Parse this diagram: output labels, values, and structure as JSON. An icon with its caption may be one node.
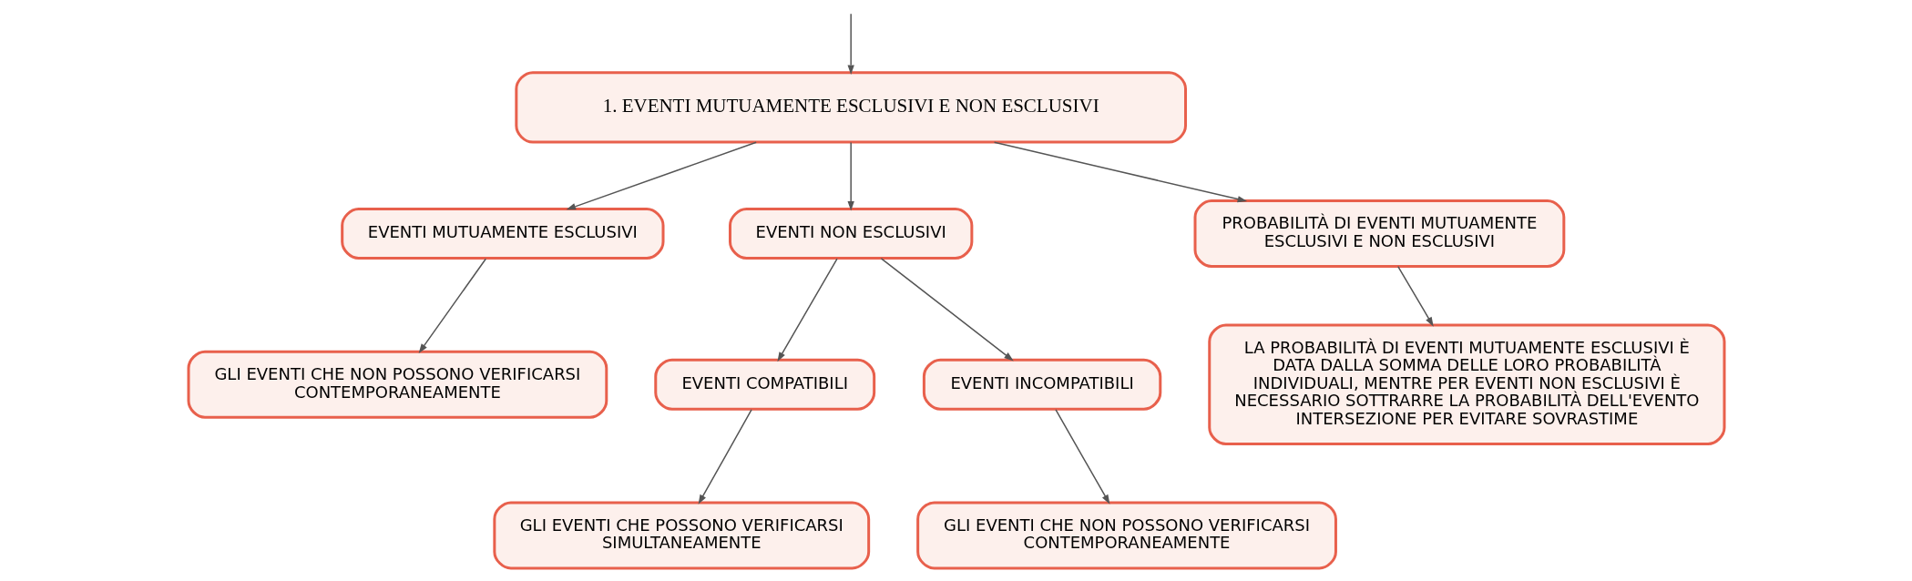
{
  "diagram": {
    "nodes": [
      {
        "text": [
          "1. EVENTI MUTUAMENTE ESCLUSIVI E NON ESCLUSIVI"
        ]
      },
      {
        "text": [
          "EVENTI MUTUAMENTE ESCLUSIVI"
        ]
      },
      {
        "text": [
          "EVENTI NON ESCLUSIVI"
        ]
      },
      {
        "text": [
          "PROBABILITÀ DI EVENTI MUTUAMENTE ESCLUSIVI E NON ESCLUSIVI"
        ]
      },
      {
        "text": [
          "GLI EVENTI CHE NON POSSONO VERIFICARSI CONTEMPORANEAMENTE"
        ]
      },
      {
        "text": [
          "EVENTI COMPATIBILI"
        ]
      },
      {
        "text": [
          "EVENTI INCOMPATIBILI"
        ]
      },
      {
        "text": [
          "LA PROBABILITÀ DI EVENTI MUTUAMENTE ESCLUSIVI È DATA DALLA SOMMA DELLE LORO PROBABILITÀ INDIVIDUALI, MENTRE PER EVENTI NON ESCLUSIVI È NECESSARIO SOTTRARRE LA PROBABILITÀ DELL'EVENTO INTERSEZIONE PER EVITARE SOVRASTIME"
        ]
      },
      {
        "text": [
          "GLI EVENTI CHE POSSONO VERIFICARSI SIMULTANEAMENTE"
        ]
      },
      {
        "text": [
          "GLI EVENTI CHE NON POSSONO VERIFICARSI CONTEMPORANEAMENTE"
        ]
      }
    ],
    "edges": [
      {
        "from": null,
        "to": 0,
        "arrow": "to"
      },
      {
        "from": 0,
        "to": 1,
        "arrow": "to"
      },
      {
        "from": 0,
        "to": 2,
        "arrow": "to"
      },
      {
        "from": 0,
        "to": 3,
        "arrow": "to"
      },
      {
        "from": 1,
        "to": 4,
        "arrow": "to"
      },
      {
        "from": 2,
        "to": 5,
        "arrow": "to"
      },
      {
        "from": 2,
        "to": 6,
        "arrow": "to"
      },
      {
        "from": 3,
        "to": 7,
        "arrow": "to"
      },
      {
        "from": 5,
        "to": 8,
        "arrow": "to"
      },
      {
        "from": 6,
        "to": 9,
        "arrow": "to"
      }
    ]
  }
}
